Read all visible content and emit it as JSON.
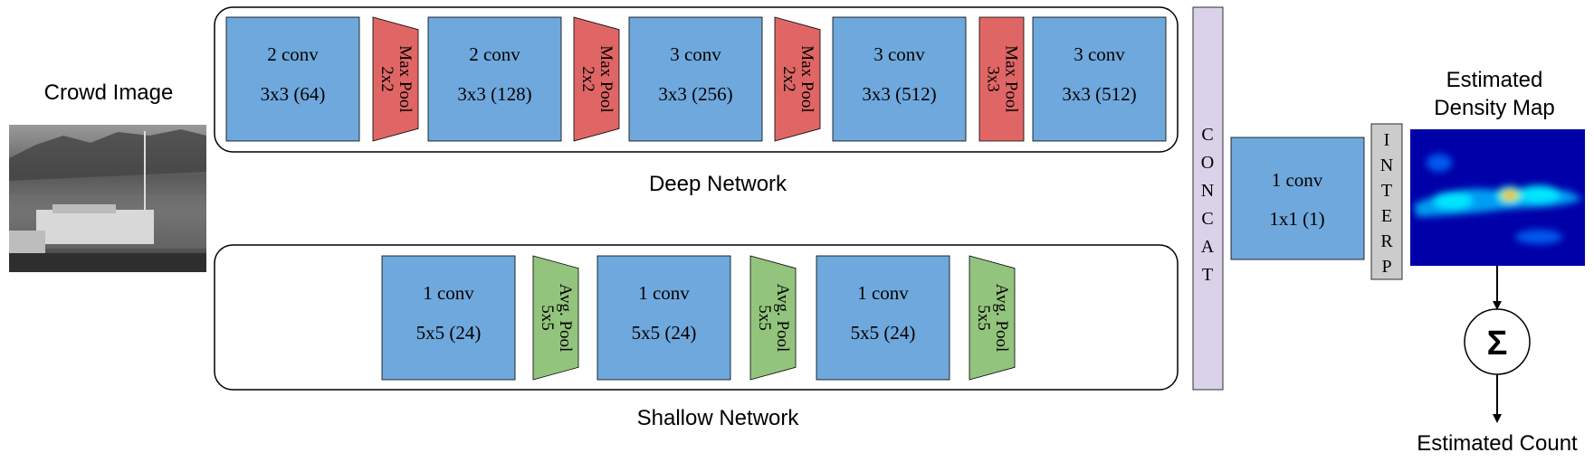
{
  "input": {
    "label": "Crowd Image"
  },
  "deep_network": {
    "label": "Deep Network",
    "conv_blocks": [
      {
        "name": "2 conv",
        "spec": "3x3 (64)"
      },
      {
        "name": "2 conv",
        "spec": "3x3 (128)"
      },
      {
        "name": "3 conv",
        "spec": "3x3 (256)"
      },
      {
        "name": "3 conv",
        "spec": "3x3 (512)"
      },
      {
        "name": "3 conv",
        "spec": "3x3 (512)"
      }
    ],
    "pools": [
      {
        "name": "Max Pool",
        "size": "2x2"
      },
      {
        "name": "Max Pool",
        "size": "2x2"
      },
      {
        "name": "Max Pool",
        "size": "2x2"
      },
      {
        "name": "Max Pool",
        "size": "3x3"
      }
    ]
  },
  "shallow_network": {
    "label": "Shallow Network",
    "conv_blocks": [
      {
        "name": "1 conv",
        "spec": "5x5 (24)"
      },
      {
        "name": "1 conv",
        "spec": "5x5 (24)"
      },
      {
        "name": "1 conv",
        "spec": "5x5 (24)"
      }
    ],
    "pools": [
      {
        "name": "Avg. Pool",
        "size": "5x5"
      },
      {
        "name": "Avg. Pool",
        "size": "5x5"
      },
      {
        "name": "Avg. Pool",
        "size": "5x5"
      }
    ]
  },
  "concat": {
    "letters": [
      "C",
      "O",
      "N",
      "C",
      "A",
      "T"
    ]
  },
  "final_conv": {
    "name": "1 conv",
    "spec": "1x1 (1)"
  },
  "interp": {
    "letters": [
      "I",
      "N",
      "T",
      "E",
      "R",
      "P"
    ]
  },
  "density_map": {
    "label_line1": "Estimated",
    "label_line2": "Density Map"
  },
  "sum": {
    "symbol": "Σ"
  },
  "output": {
    "label": "Estimated Count"
  },
  "colors": {
    "conv": "#6fa8dc",
    "max_pool": "#e06666",
    "avg_pool": "#93c47d",
    "concat": "#d9d2e9",
    "interp": "#cccccc",
    "stroke": "#000000"
  }
}
